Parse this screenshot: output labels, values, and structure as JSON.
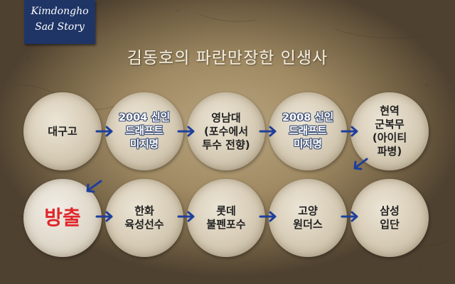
{
  "badge": {
    "line1": "Kimdongho",
    "line2": "Sad Story"
  },
  "title": "김동호의 파란만장한 인생사",
  "steps": [
    {
      "label": "대구고"
    },
    {
      "label": "2004 신인\n드래프트\n미지명"
    },
    {
      "label": "영남대\n(포수에서\n투수 전향)"
    },
    {
      "label": "2008 신인\n드래프트\n미지명"
    },
    {
      "label": "현역\n군복무\n(아이티\n파병)"
    },
    {
      "label": "방출"
    },
    {
      "label": "한화\n육성선수"
    },
    {
      "label": "롯데\n불펜포수"
    },
    {
      "label": "고양\n원더스"
    },
    {
      "label": "삼성\n입단"
    }
  ],
  "colors": {
    "arrow": "#1f3f9a",
    "highlight": "#e1262a",
    "badge": "#1f3566"
  }
}
